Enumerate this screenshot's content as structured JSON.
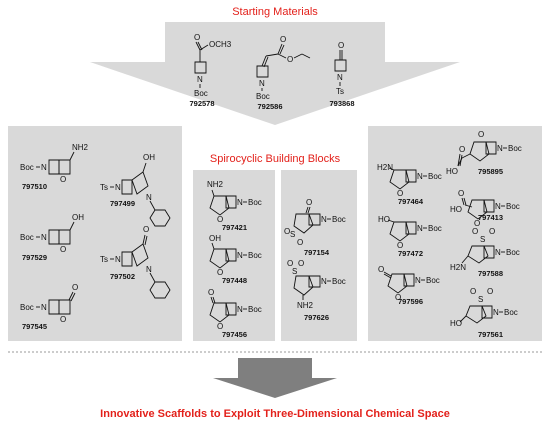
{
  "header": {
    "title": "Starting Materials"
  },
  "section": {
    "title": "Spirocyclic Building Blocks"
  },
  "footer": {
    "title": "Innovative Scaffolds to Exploit Three-Dimensional Chemical Space"
  },
  "colors": {
    "accent": "#e3211b",
    "panel": "#d9d9d9",
    "arrow": "#7f7f7f"
  },
  "starting_materials": [
    {
      "id": "792578",
      "labels": [
        "O",
        "OCH3",
        "N",
        "Boc"
      ]
    },
    {
      "id": "792586",
      "labels": [
        "O",
        "O",
        "N",
        "Boc"
      ]
    },
    {
      "id": "793868",
      "labels": [
        "O",
        "N",
        "Ts"
      ]
    }
  ],
  "left_panel": [
    {
      "id": "797510",
      "labels": [
        "Boc",
        "N",
        "NH2",
        "O"
      ]
    },
    {
      "id": "797499",
      "labels": [
        "Ts",
        "N",
        "OH",
        "N"
      ]
    },
    {
      "id": "797529",
      "labels": [
        "Boc",
        "N",
        "OH",
        "O"
      ]
    },
    {
      "id": "797502",
      "labels": [
        "Ts",
        "N",
        "O",
        "N"
      ]
    },
    {
      "id": "797545",
      "labels": [
        "Boc",
        "N",
        "O",
        "O"
      ]
    }
  ],
  "mid_left_panel": [
    {
      "id": "797421",
      "labels": [
        "NH2",
        "O",
        "N",
        "Boc"
      ]
    },
    {
      "id": "797448",
      "labels": [
        "OH",
        "O",
        "N",
        "Boc"
      ]
    },
    {
      "id": "797456",
      "labels": [
        "O",
        "O",
        "N",
        "Boc"
      ]
    }
  ],
  "mid_right_panel": [
    {
      "id": "797154",
      "labels": [
        "O",
        "S",
        "O",
        "O",
        "N",
        "Boc"
      ]
    },
    {
      "id": "797626",
      "labels": [
        "O",
        "S",
        "O",
        "N",
        "Boc",
        "NH2"
      ]
    }
  ],
  "right_panel": [
    {
      "id": "797464",
      "labels": [
        "H2N",
        "O",
        "N",
        "Boc"
      ]
    },
    {
      "id": "795895",
      "labels": [
        "O",
        "HO",
        "O",
        "N",
        "Boc"
      ]
    },
    {
      "id": "797472",
      "labels": [
        "HO",
        "O",
        "N",
        "Boc"
      ]
    },
    {
      "id": "797413",
      "labels": [
        "O",
        "HO",
        "O",
        "N",
        "Boc"
      ]
    },
    {
      "id": "797596",
      "labels": [
        "O",
        "O",
        "N",
        "Boc"
      ]
    },
    {
      "id": "797588",
      "labels": [
        "O",
        "S",
        "O",
        "H2N",
        "N",
        "Boc"
      ]
    },
    {
      "id": "797561",
      "labels": [
        "O",
        "S",
        "O",
        "HO",
        "N",
        "Boc"
      ]
    }
  ]
}
